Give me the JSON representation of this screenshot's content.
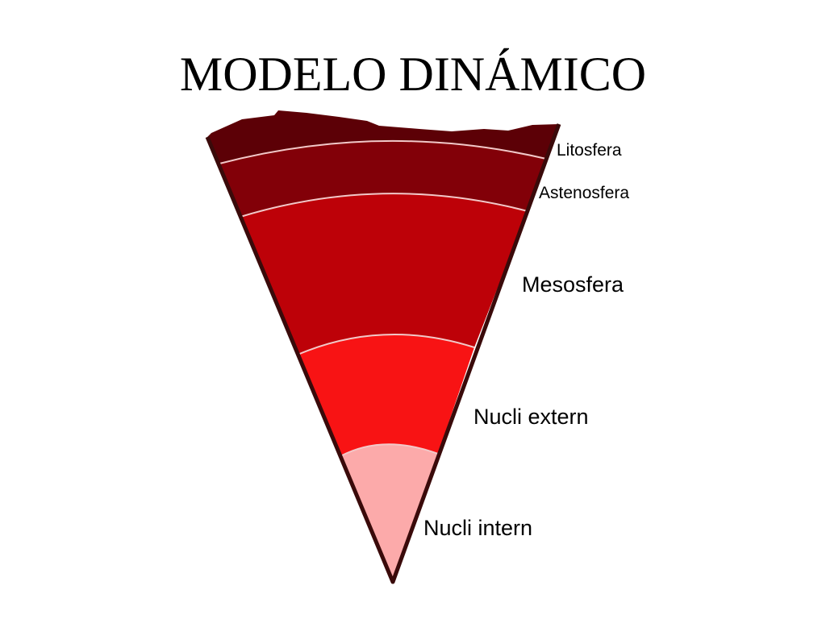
{
  "title": "MODELO DINÁMICO",
  "colors": {
    "litosfera": "#5c0006",
    "astenosfera": "#820008",
    "mesosfera": "#bd0108",
    "nucli_extern": "#f81314",
    "nucli_intern": "#fcaaaa",
    "outline": "#3a0a0a",
    "boundary": "#f2c9c9"
  },
  "layers": [
    {
      "name": "Litosfera",
      "color": "#5c0006"
    },
    {
      "name": "Astenosfera",
      "color": "#820008"
    },
    {
      "name": "Mesosfera",
      "color": "#bd0108"
    },
    {
      "name": "Nucli extern",
      "color": "#f81314"
    },
    {
      "name": "Nucli intern",
      "color": "#fcaaaa"
    }
  ]
}
